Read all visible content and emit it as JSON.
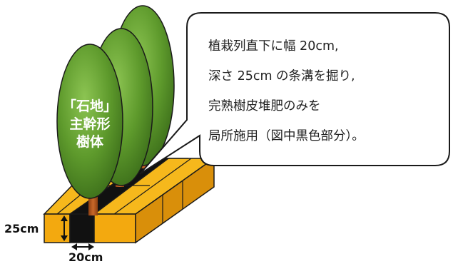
{
  "tree_label": [
    "「石地」",
    "主幹形",
    "樹体"
  ],
  "callout": {
    "lines": [
      "植栽列直下に幅 20cm,",
      "深さ 25cm の条溝を掘り,",
      "完熟樹皮堆肥のみを",
      "局所施用（図中黒色部分）。"
    ]
  },
  "dimensions": {
    "depth_label": "25cm",
    "width_label": "20cm"
  },
  "colors": {
    "soil_top": "#f6b81c",
    "soil_front": "#f3a90f",
    "soil_side": "#d98f0a",
    "trench": "#111111",
    "foliage": "#5e9a2c",
    "foliage_dark": "#3f7a1c",
    "trunk": "#a8551c"
  }
}
